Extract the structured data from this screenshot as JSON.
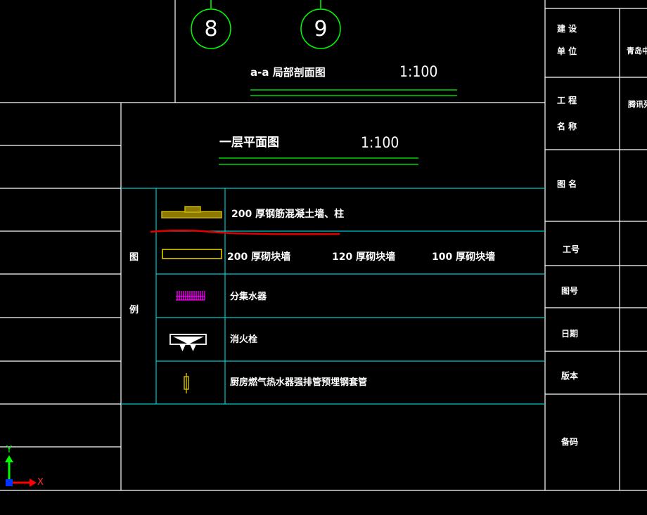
{
  "axes": {
    "left": "8",
    "right": "9"
  },
  "section_title": {
    "label": "a-a 局部剖面图",
    "scale": "1:100"
  },
  "plan_title": {
    "label": "一层平面图",
    "scale": "1:100"
  },
  "legend": {
    "heading_chars": [
      "图",
      "例"
    ],
    "rows": [
      {
        "icon": "concrete-wall-icon",
        "text": "200  厚钢筋混凝土墙、柱"
      },
      {
        "icon": "block-wall-icon",
        "items": [
          "200  厚砌块墙",
          "120  厚砌块墙",
          "100  厚砌块墙"
        ]
      },
      {
        "icon": "manifold-icon",
        "text": "分集水器"
      },
      {
        "icon": "hydrant-icon",
        "text": "消火栓"
      },
      {
        "icon": "sleeve-pipe-icon",
        "text": "厨房燃气热水器强排管预埋钢套管"
      }
    ]
  },
  "title_block": {
    "rows": [
      {
        "label_lines": [
          "建  设",
          "单  位"
        ],
        "value": "青岛中"
      },
      {
        "label_lines": [
          "工  程",
          "名  称"
        ],
        "value": "腾讯列"
      },
      {
        "label_lines": [
          "图  名"
        ],
        "value": ""
      },
      {
        "label_lines": [
          "工号"
        ],
        "value": ""
      },
      {
        "label_lines": [
          "图号"
        ],
        "value": ""
      },
      {
        "label_lines": [
          "日期"
        ],
        "value": ""
      },
      {
        "label_lines": [
          "版本"
        ],
        "value": ""
      },
      {
        "label_lines": [
          "备码"
        ],
        "value": ""
      }
    ]
  },
  "ucs": {
    "x_label": "X",
    "y_label": "Y"
  },
  "colors": {
    "background": "#000000",
    "line_white": "#ffffff",
    "line_cyan": "#00c8c8",
    "line_green": "#00ff00",
    "accent_red": "#e00000",
    "wall_yellow": "#c8b400",
    "manifold_magenta": "#ff00ff"
  }
}
